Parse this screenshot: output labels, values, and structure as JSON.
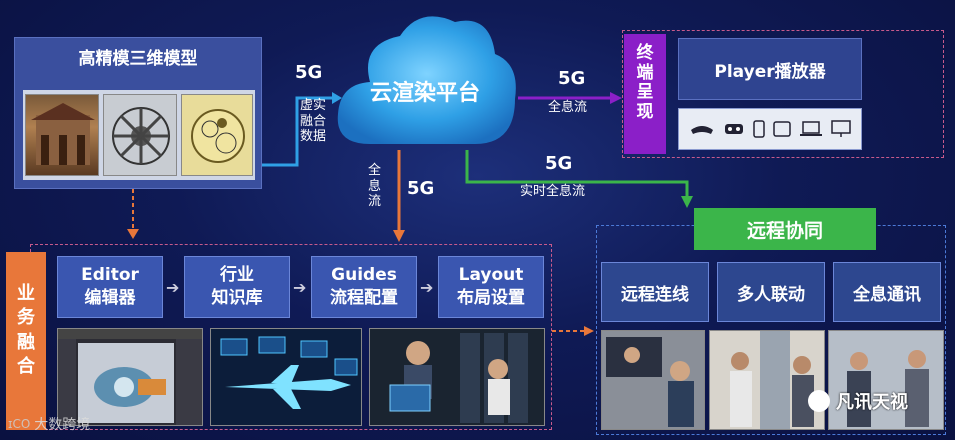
{
  "model": {
    "title": "高精模三维模型"
  },
  "cloud": {
    "label": "云渲染平台"
  },
  "arrows": {
    "left_5g": "5G",
    "left_caption": [
      "虚实",
      "融合",
      "数据"
    ],
    "right_5g": "5G",
    "right_caption": "全息流",
    "down_caption": [
      "全",
      "息",
      "流"
    ],
    "down_5g": "5G",
    "green_5g": "5G",
    "green_caption": "实时全息流"
  },
  "terminal": {
    "side_label": [
      "终",
      "端",
      "呈",
      "现"
    ],
    "player_label": "Player播放器"
  },
  "business": {
    "side_label": [
      "业",
      "务",
      "融",
      "合"
    ],
    "steps": [
      {
        "line1": "Editor",
        "line2": "编辑器"
      },
      {
        "line1": "行业",
        "line2": "知识库"
      },
      {
        "line1": "Guides",
        "line2": "流程配置"
      },
      {
        "line1": "Layout",
        "line2": "布局设置"
      }
    ]
  },
  "remote": {
    "title": "远程协同",
    "items": [
      "远程连线",
      "多人联动",
      "全息通讯"
    ]
  },
  "watermarks": {
    "bottom_left": "大数跨境",
    "bottom_right": "凡讯天视"
  },
  "colors": {
    "purple": "#8b1fc8",
    "green": "#3bb54a",
    "orange": "#e8773a",
    "cloud": "#2fa0e6"
  }
}
